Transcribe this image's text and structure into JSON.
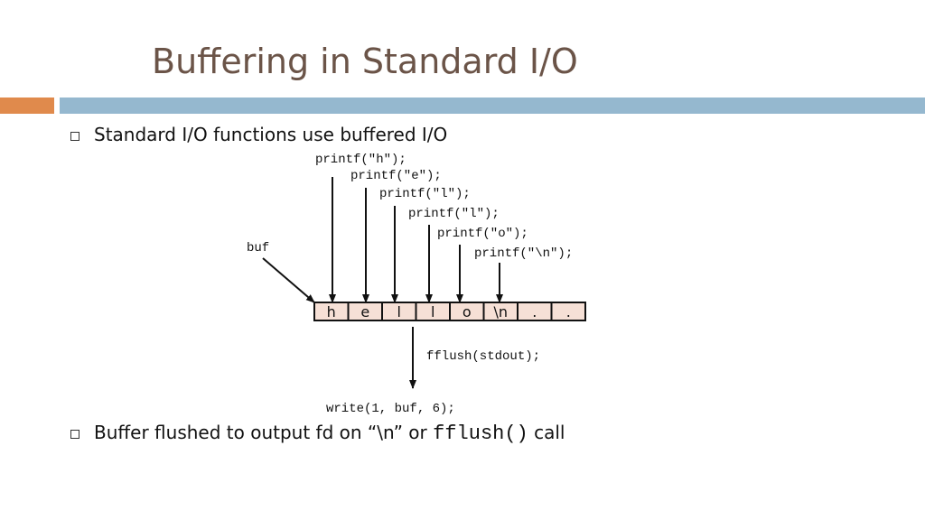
{
  "slide": {
    "title": "Buffering in Standard I/O",
    "bullets": [
      {
        "text": "Standard I/O functions use buffered I/O"
      },
      {
        "text_before": "Buffer flushed to output fd on “\\n” or ",
        "code": "fflush()",
        "text_after": " call"
      }
    ]
  },
  "diagram": {
    "buf_label": "buf",
    "printf_calls": [
      "printf(\"h\");",
      "printf(\"e\");",
      "printf(\"l\");",
      "printf(\"l\");",
      "printf(\"o\");",
      "printf(\"\\n\");"
    ],
    "buffer_cells": [
      "h",
      "e",
      "l",
      "l",
      "o",
      "\\n",
      ".",
      "."
    ],
    "buffer_cell_color": "#f6e0d6",
    "flush_call": "fflush(stdout);",
    "write_call": "write(1, buf, 6);"
  }
}
